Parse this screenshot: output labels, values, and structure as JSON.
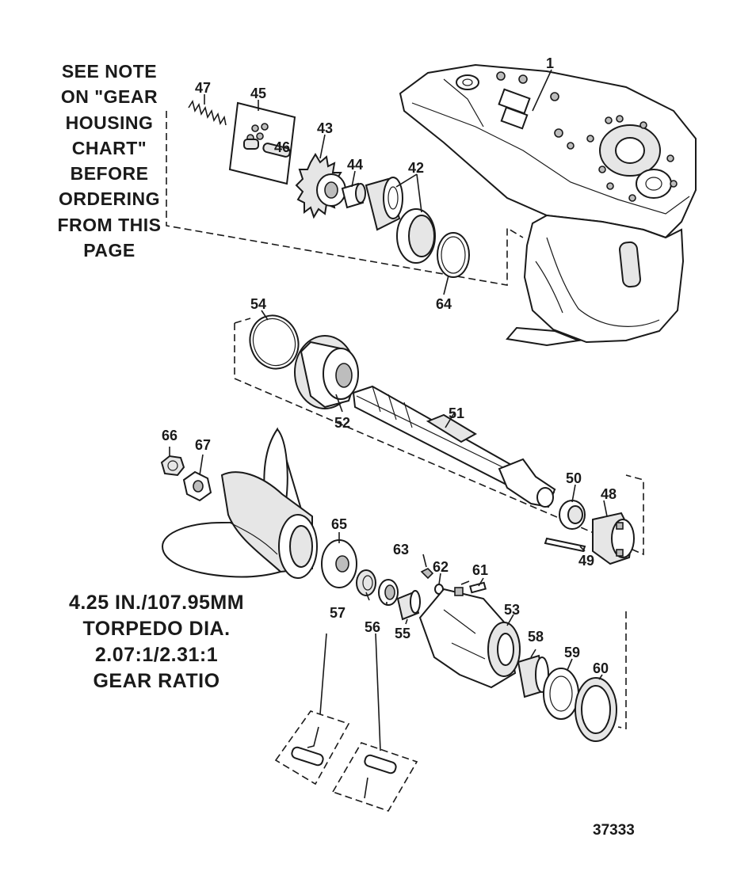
{
  "note": {
    "lines": [
      "SEE NOTE",
      "ON \"GEAR",
      "HOUSING",
      "CHART\"",
      "BEFORE",
      "ORDERING",
      "FROM THIS",
      "PAGE"
    ]
  },
  "spec": {
    "lines": [
      "4.25 IN./107.95MM",
      "TORPEDO DIA.",
      "2.07:1/2.31:1",
      "GEAR RATIO"
    ]
  },
  "figure_number": "37333",
  "callouts": {
    "c1": "1",
    "c42": "42",
    "c43": "43",
    "c44": "44",
    "c45": "45",
    "c46": "46",
    "c47": "47",
    "c48": "48",
    "c49": "49",
    "c50": "50",
    "c51": "51",
    "c52": "52",
    "c53": "53",
    "c54": "54",
    "c55": "55",
    "c56": "56",
    "c57": "57",
    "c58": "58",
    "c59": "59",
    "c60": "60",
    "c61": "61",
    "c62": "62",
    "c63": "63",
    "c64": "64",
    "c65": "65",
    "c66": "66",
    "c67": "67"
  }
}
